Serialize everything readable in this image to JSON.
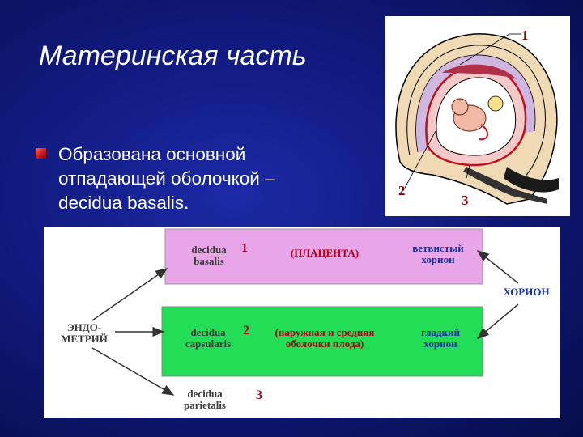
{
  "slide": {
    "title": "Материнская часть",
    "bullet": {
      "lines": [
        "Образована основной",
        "отпадающей оболочкой –",
        "decidua basalis."
      ]
    }
  },
  "illustration": {
    "labels": [
      "1",
      "2",
      "3"
    ]
  },
  "diagram": {
    "endometrium": [
      "ЭНДО-",
      "МЕТРИЙ"
    ],
    "chorion": "ХОРИОН",
    "rows": [
      {
        "decidua": [
          "decidua",
          "basalis"
        ],
        "number": "1",
        "description": [
          "(ПЛАЦЕНТА)"
        ],
        "chorion_type": [
          "ветвистый",
          "хорион"
        ]
      },
      {
        "decidua": [
          "decidua",
          "capsularis"
        ],
        "number": "2",
        "description": [
          "(наружная и средняя",
          "оболочки плода)"
        ],
        "chorion_type": [
          "гладкий",
          "хорион"
        ]
      },
      {
        "decidua": [
          "decidua",
          "parietalis"
        ],
        "number": "3"
      }
    ]
  },
  "colors": {
    "background": "#111a7e",
    "row1": "#e8a6e8",
    "row2": "#22dd55",
    "label_red": "#b0001a",
    "label_blue": "#1a2fa0"
  }
}
